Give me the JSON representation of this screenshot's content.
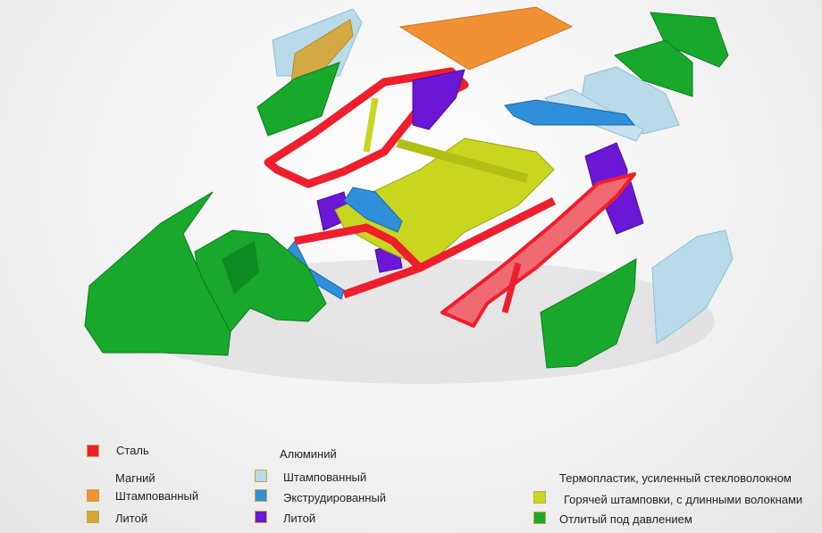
{
  "colors": {
    "steel": "#ee1e2d",
    "mg_stamped": "#f29034",
    "mg_cast": "#d4a73a",
    "al_stamped": "#b9dbe9",
    "al_extruded": "#2f8fdb",
    "al_cast": "#6a17d6",
    "tp_hot": "#c8d620",
    "tp_die": "#18a92c"
  },
  "legend": {
    "steel": "Сталь",
    "magnesium_header": "Магний",
    "mg_stamped": "Штампованный",
    "mg_cast": "Литой",
    "aluminium_header": "Алюминий",
    "al_stamped": "Штампованный",
    "al_extruded": "Экструдированный",
    "al_cast": "Литой",
    "thermoplastic_header": "Термопластик, усиленный стекловолокном",
    "tp_hot": "Горячей штамповки, с длинными волокнами",
    "tp_die": "Отлитый под давлением"
  }
}
